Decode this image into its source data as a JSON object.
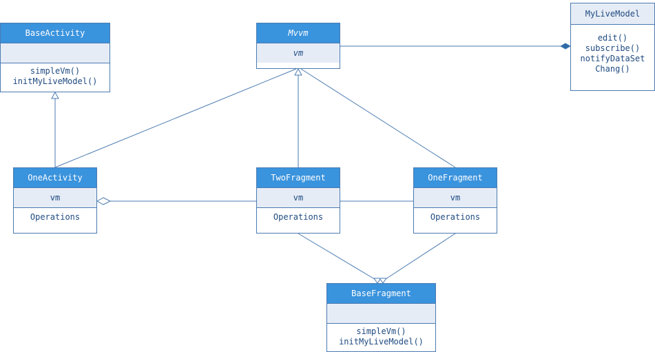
{
  "classes": {
    "mvvm": {
      "name": "Mvvm",
      "attr": "vm"
    },
    "base_activity": {
      "name": "BaseActivity",
      "ops": [
        "simpleVm()",
        "initMyLiveModel()"
      ]
    },
    "my_live_model": {
      "name": "MyLiveModel",
      "ops": [
        "edit()",
        "subscribe()",
        "notifyDataSet",
        "Chang()"
      ]
    },
    "one_activity": {
      "name": "OneActivity",
      "attr": "vm",
      "ops": "Operations"
    },
    "two_fragment": {
      "name": "TwoFragment",
      "attr": "vm",
      "ops": "Operations"
    },
    "one_fragment": {
      "name": "OneFragment",
      "attr": "vm",
      "ops": "Operations"
    },
    "base_fragment": {
      "name": "BaseFragment",
      "ops": [
        "simpleVm()",
        "initMyLiveModel()"
      ]
    }
  },
  "colors": {
    "header": "#3a93dd",
    "attr_band": "#e6ecf6",
    "line": "#4a7ab0",
    "text": "#1e4a80"
  }
}
